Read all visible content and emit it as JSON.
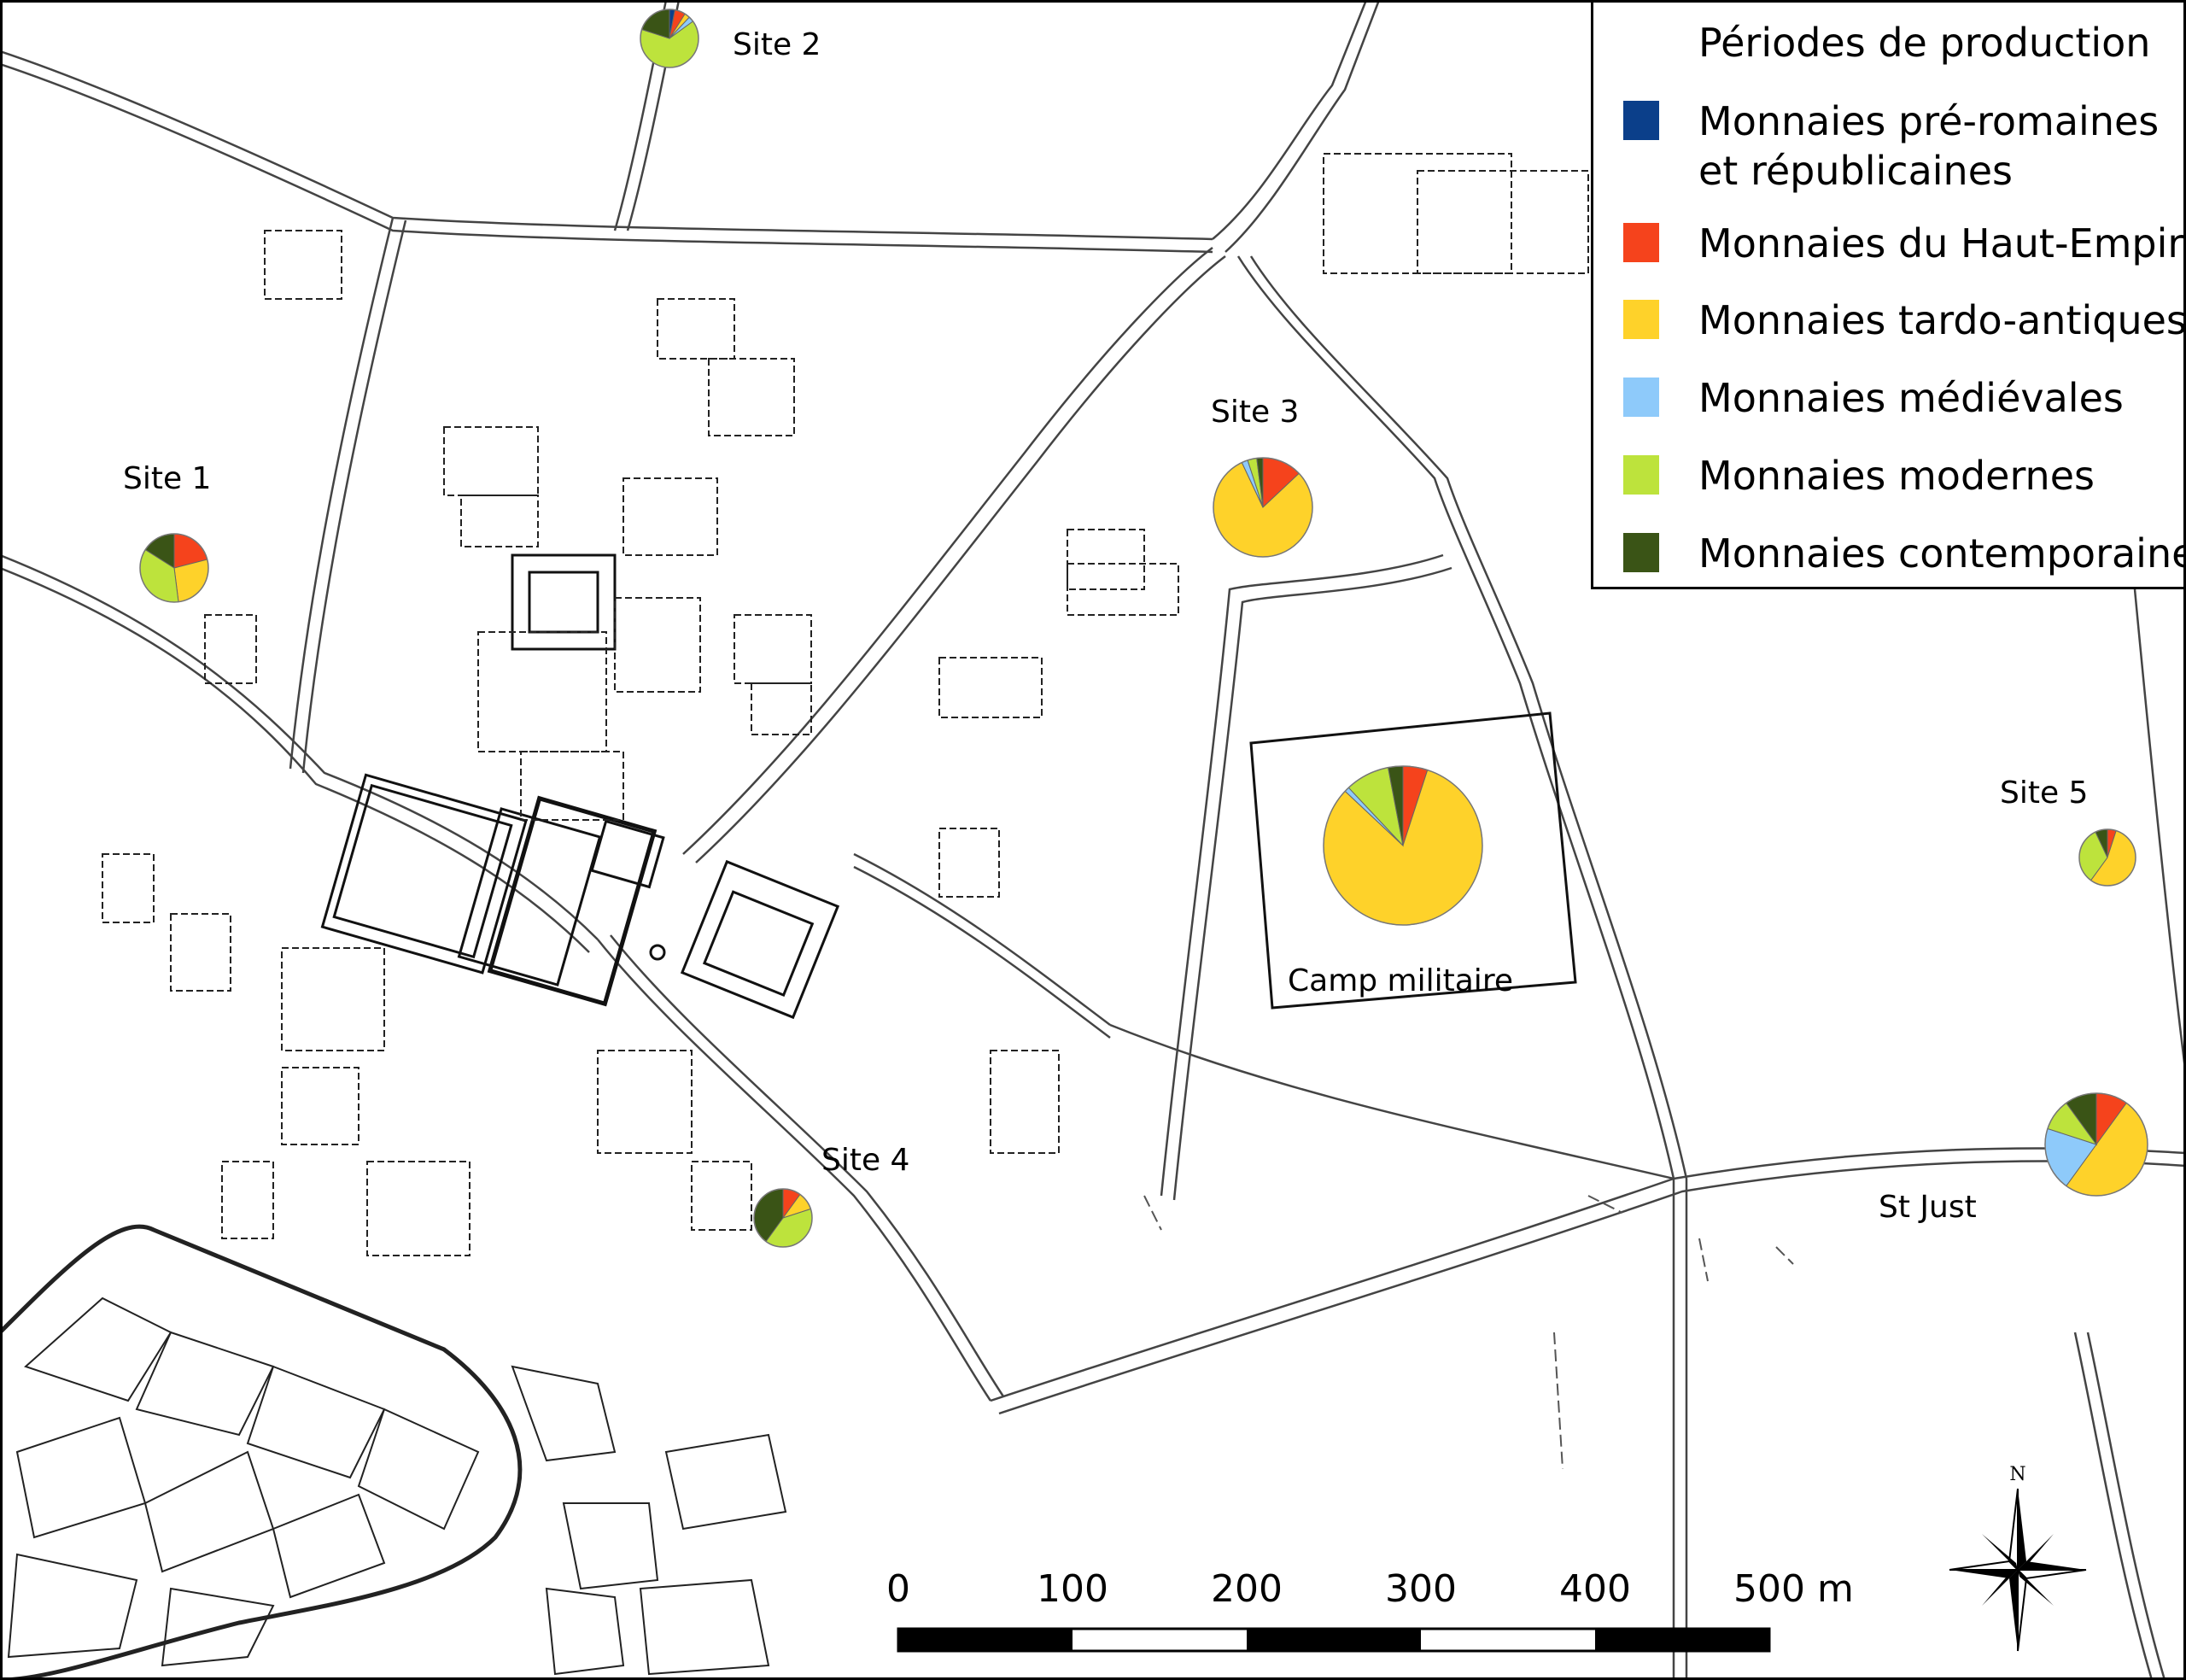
{
  "legend": {
    "title": "Périodes de production",
    "items": [
      {
        "key": "pre_rom",
        "label": "Monnaies pré-romaines",
        "label2": "et républicaines",
        "color": "#0b3f8a"
      },
      {
        "key": "haut",
        "label": "Monnaies du Haut-Empire",
        "color": "#f5431c"
      },
      {
        "key": "tardo",
        "label": "Monnaies tardo-antiques",
        "color": "#fed22a"
      },
      {
        "key": "medi",
        "label": "Monnaies médiévales",
        "color": "#8ecafa"
      },
      {
        "key": "mod",
        "label": "Monnaies modernes",
        "color": "#bde33c"
      },
      {
        "key": "contemp",
        "label": "Monnaies contemporaines",
        "color": "#3a5416"
      }
    ]
  },
  "chart_data": {
    "type": "pie",
    "series_order": [
      "pre_rom",
      "haut",
      "tardo",
      "medi",
      "mod",
      "contemp"
    ],
    "sites": [
      {
        "name": "Site 1",
        "values": [
          0,
          21,
          27,
          0,
          36,
          16
        ]
      },
      {
        "name": "Site 2",
        "values": [
          3,
          6,
          3,
          3,
          65,
          20
        ]
      },
      {
        "name": "Site 3",
        "values": [
          0,
          13,
          80,
          2,
          3,
          2
        ]
      },
      {
        "name": "Camp militaire",
        "values": [
          0,
          5,
          82,
          1,
          9,
          3
        ]
      },
      {
        "name": "Site 4",
        "values": [
          0,
          10,
          10,
          0,
          40,
          40
        ]
      },
      {
        "name": "Site 5",
        "values": [
          0,
          5,
          55,
          0,
          33,
          7
        ]
      },
      {
        "name": "St Just",
        "values": [
          0,
          10,
          50,
          20,
          10,
          10
        ]
      }
    ]
  },
  "scale": {
    "ticks": [
      "0",
      "100",
      "200",
      "300",
      "400"
    ],
    "last": "500 m"
  },
  "compass": {
    "north": "N",
    "icon": "compass-rose-icon"
  }
}
